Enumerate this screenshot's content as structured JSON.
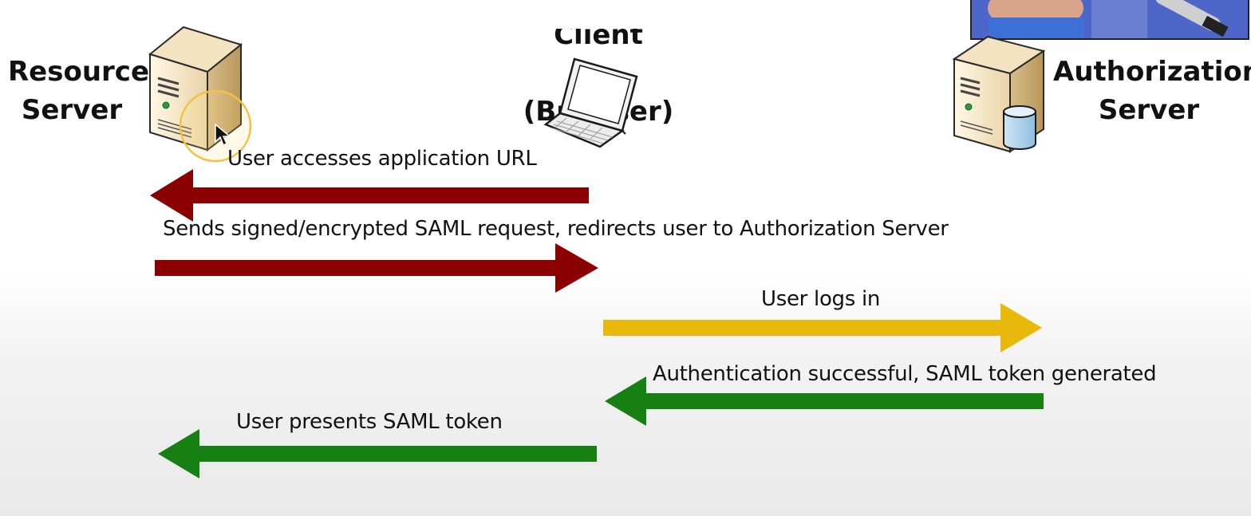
{
  "parties": {
    "client_line1": "Client",
    "client_line2": "(Browser)",
    "resource_server": "Resource\nServer",
    "authorization_server": "Authorization\nServer"
  },
  "messages": [
    {
      "label": "User accesses application URL",
      "direction": "left",
      "color": "#8b0000"
    },
    {
      "label": "Sends signed/encrypted SAML request, redirects user to Authorization Server",
      "direction": "right",
      "color": "#8b0000"
    },
    {
      "label": "User logs in",
      "direction": "right",
      "color": "#e8b80c"
    },
    {
      "label": "Authentication successful, SAML token generated",
      "direction": "left",
      "color": "#168012"
    },
    {
      "label": "User presents SAML token",
      "direction": "left",
      "color": "#168012"
    }
  ],
  "icons": {
    "resource_server": "server-icon",
    "client": "laptop-icon",
    "authorization_server": "server-database-icon",
    "cursor": "mouse-cursor-icon"
  }
}
